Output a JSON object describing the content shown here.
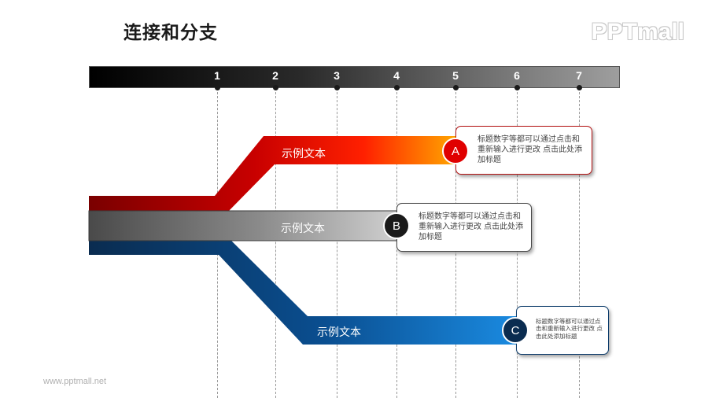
{
  "title": "连接和分支",
  "logo": "PPTmall",
  "footer": "www.pptmall.net",
  "timeline": {
    "ticks": [
      "1",
      "2",
      "3",
      "4",
      "5",
      "6",
      "7"
    ]
  },
  "branches": [
    {
      "label": "示例文本",
      "badge": "A",
      "note": "标题数字等都可以通过点击和重新输入进行更改 点击此处添加标题",
      "color": "#e00000"
    },
    {
      "label": "示例文本",
      "badge": "B",
      "note": "标题数字等都可以通过点击和重新输入进行更改 点击此处添加标题",
      "color": "#1a1a1a"
    },
    {
      "label": "示例文本",
      "badge": "C",
      "note": "标题数字等都可以通过点击和重新输入进行更改 点击此处添加标题",
      "color": "#0a2c50"
    }
  ]
}
